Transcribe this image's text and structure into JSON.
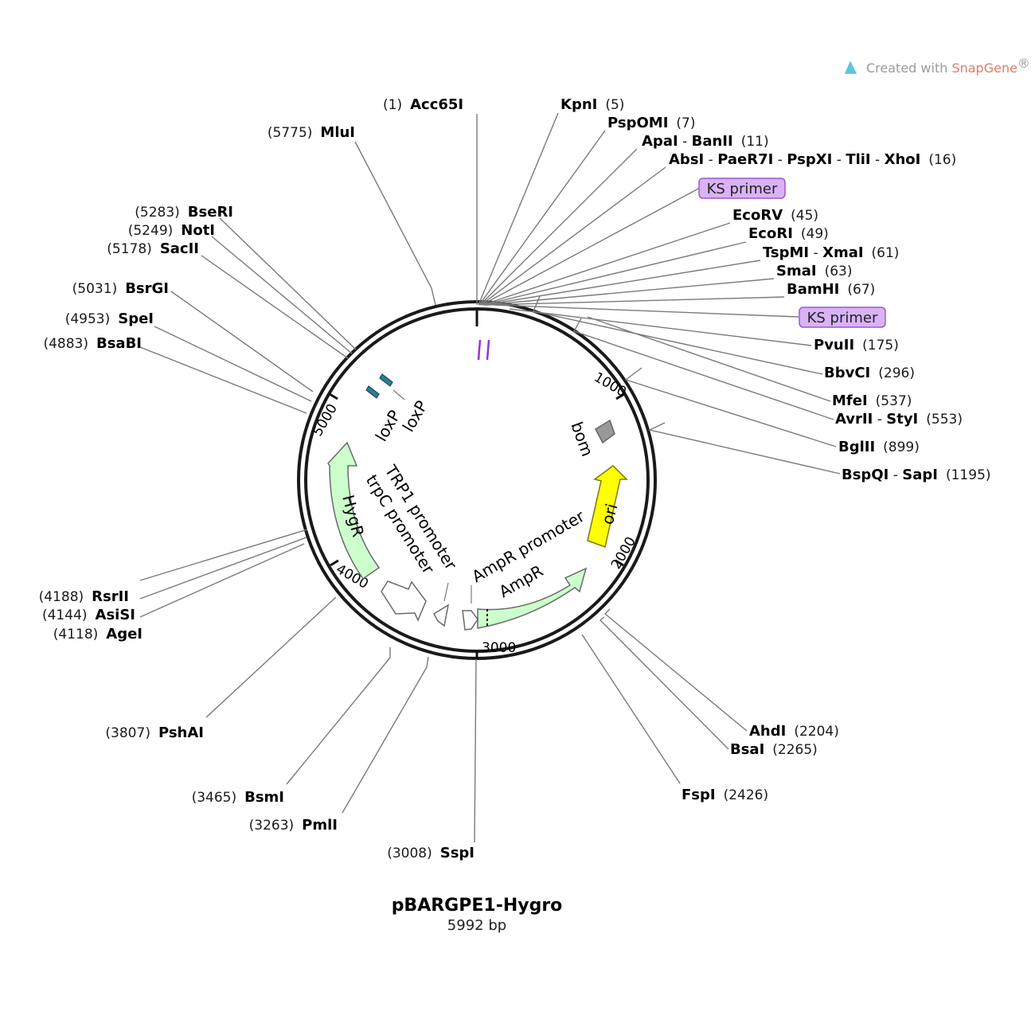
{
  "plasmid": {
    "name": "pBARGPE1-Hygro",
    "size_label": "5992 bp"
  },
  "branding": {
    "prefix": "Created with ",
    "product": "SnapGene",
    "mark": "®",
    "logo_icon": "snapgene-logo-icon"
  },
  "ticks": [
    "1000",
    "2000",
    "3000",
    "4000",
    "5000"
  ],
  "enzymes": {
    "acc65i": {
      "pos": "(1)",
      "name": "Acc65I"
    },
    "kpni": {
      "pos": "(5)",
      "name": "KpnI"
    },
    "pspomi": {
      "pos": "(7)",
      "name": "PspOMI"
    },
    "apai_banii": {
      "pos": "(11)",
      "names": [
        "ApaI",
        "BanII"
      ]
    },
    "absi_group": {
      "pos": "(16)",
      "names": [
        "AbsI",
        "PaeR7I",
        "PspXI",
        "TliI",
        "XhoI"
      ]
    },
    "ecorv": {
      "pos": "(45)",
      "name": "EcoRV"
    },
    "ecori": {
      "pos": "(49)",
      "name": "EcoRI"
    },
    "tspmi_xmai": {
      "pos": "(61)",
      "names": [
        "TspMI",
        "XmaI"
      ]
    },
    "smai": {
      "pos": "(63)",
      "name": "SmaI"
    },
    "bamhi": {
      "pos": "(67)",
      "name": "BamHI"
    },
    "pvuii": {
      "pos": "(175)",
      "name": "PvuII"
    },
    "bbvci": {
      "pos": "(296)",
      "name": "BbvCI"
    },
    "mfei": {
      "pos": "(537)",
      "name": "MfeI"
    },
    "avrii_styi": {
      "pos": "(553)",
      "names": [
        "AvrII",
        "StyI"
      ]
    },
    "bglii": {
      "pos": "(899)",
      "name": "BglII"
    },
    "bspqi_sapi": {
      "pos": "(1195)",
      "names": [
        "BspQI",
        "SapI"
      ]
    },
    "ahdi": {
      "pos": "(2204)",
      "name": "AhdI"
    },
    "bsai": {
      "pos": "(2265)",
      "name": "BsaI"
    },
    "fspi": {
      "pos": "(2426)",
      "name": "FspI"
    },
    "sspi": {
      "pos": "(3008)",
      "name": "SspI"
    },
    "pmli": {
      "pos": "(3263)",
      "name": "PmlI"
    },
    "bsmi": {
      "pos": "(3465)",
      "name": "BsmI"
    },
    "pshai": {
      "pos": "(3807)",
      "name": "PshAI"
    },
    "agei": {
      "pos": "(4118)",
      "name": "AgeI"
    },
    "asisi": {
      "pos": "(4144)",
      "name": "AsiSI"
    },
    "rsrii": {
      "pos": "(4188)",
      "name": "RsrII"
    },
    "bsabi": {
      "pos": "(4883)",
      "name": "BsaBI"
    },
    "spei": {
      "pos": "(4953)",
      "name": "SpeI"
    },
    "bsrgi": {
      "pos": "(5031)",
      "name": "BsrGI"
    },
    "sacii": {
      "pos": "(5178)",
      "name": "SacII"
    },
    "noti": {
      "pos": "(5249)",
      "name": "NotI"
    },
    "bseri": {
      "pos": "(5283)",
      "name": "BseRI"
    },
    "mlui": {
      "pos": "(5775)",
      "name": "MluI"
    }
  },
  "primers": [
    "KS primer",
    "KS primer"
  ],
  "features": {
    "bom": "bom",
    "ori": "ori",
    "ampr": "AmpR",
    "ampr_promoter": "AmpR promoter",
    "hygr": "HygR",
    "trpc_promoter": "trpC promoter",
    "trp1_promoter": "TRP1 promoter",
    "loxp": [
      "loxP",
      "loxP"
    ]
  },
  "colors": {
    "ori": "#ffff00",
    "resistance": "#ccffcc",
    "bom": "#999999",
    "loxp": "#2d7d9a",
    "primer": "#d9b3f5",
    "primer_site": "#9933cc"
  }
}
